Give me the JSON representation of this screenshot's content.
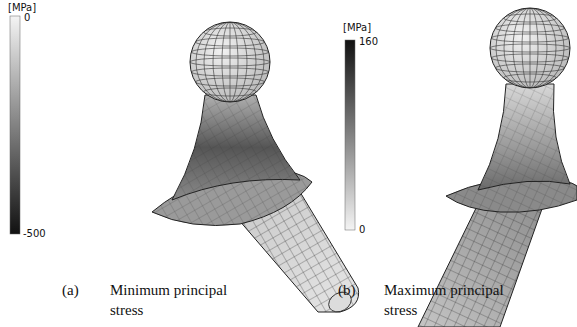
{
  "diagram": {
    "labels": [
      "[MPa]",
      "0",
      "-500",
      "[MPa]",
      "160",
      "0",
      "(a)",
      "Minimum principal stress",
      "(b)",
      "Maximum principal stress"
    ]
  }
}
